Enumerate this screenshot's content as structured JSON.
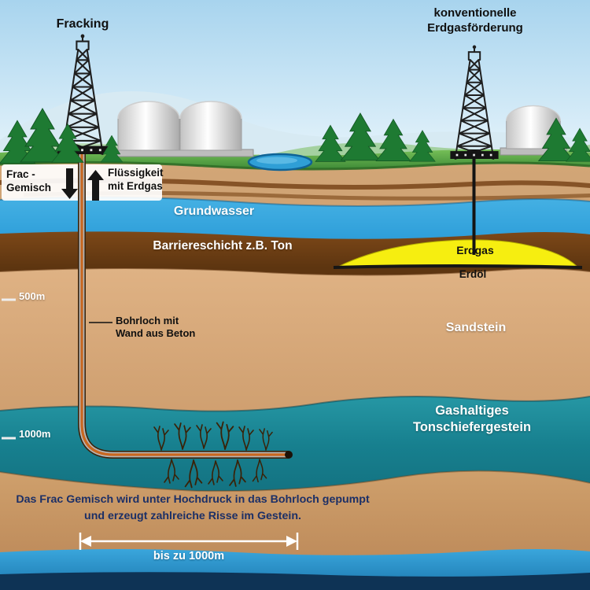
{
  "diagram": {
    "title_left": "Fracking",
    "title_right": {
      "line1": "konventionelle",
      "line2": "Erdgasförderung"
    },
    "annotations": {
      "frac_mix": {
        "line1": "Frac -",
        "line2": "Gemisch"
      },
      "fluid": {
        "line1": "Flüssigkeit",
        "line2": "mit Erdgas"
      },
      "borehole": {
        "line1": "Bohrloch mit",
        "line2": "Wand aus Beton"
      },
      "depth_500": "500m",
      "depth_1000": "1000m",
      "scale": "bis zu 1000m"
    },
    "layers": {
      "groundwater": "Grundwasser",
      "barrier": "Barriereschicht z.B. Ton",
      "gas": "Erdgas",
      "oil": "Erdöl",
      "sandstone": "Sandstein",
      "shale": {
        "line1": "Gashaltiges",
        "line2": "Tonschiefergestein"
      }
    },
    "caption": {
      "line1": "Das Frac Gemisch wird unter Hochdruck in das Bohrloch gepumpt",
      "line2": "und erzeugt zahlreiche Risse im Gestein."
    },
    "colors": {
      "sky": "#bcdcf0",
      "grass": "#4f9f3e",
      "soil": "#c79a6a",
      "groundwater_blue": "#2b9cd8",
      "barrier_brown": "#6b3d12",
      "gas_yellow": "#f4ec10",
      "sandstone_tan": "#d2a374",
      "shale_teal": "#17808f",
      "deep_water_blue": "#2b9cd8",
      "navy_bottom": "#0e3355"
    }
  }
}
